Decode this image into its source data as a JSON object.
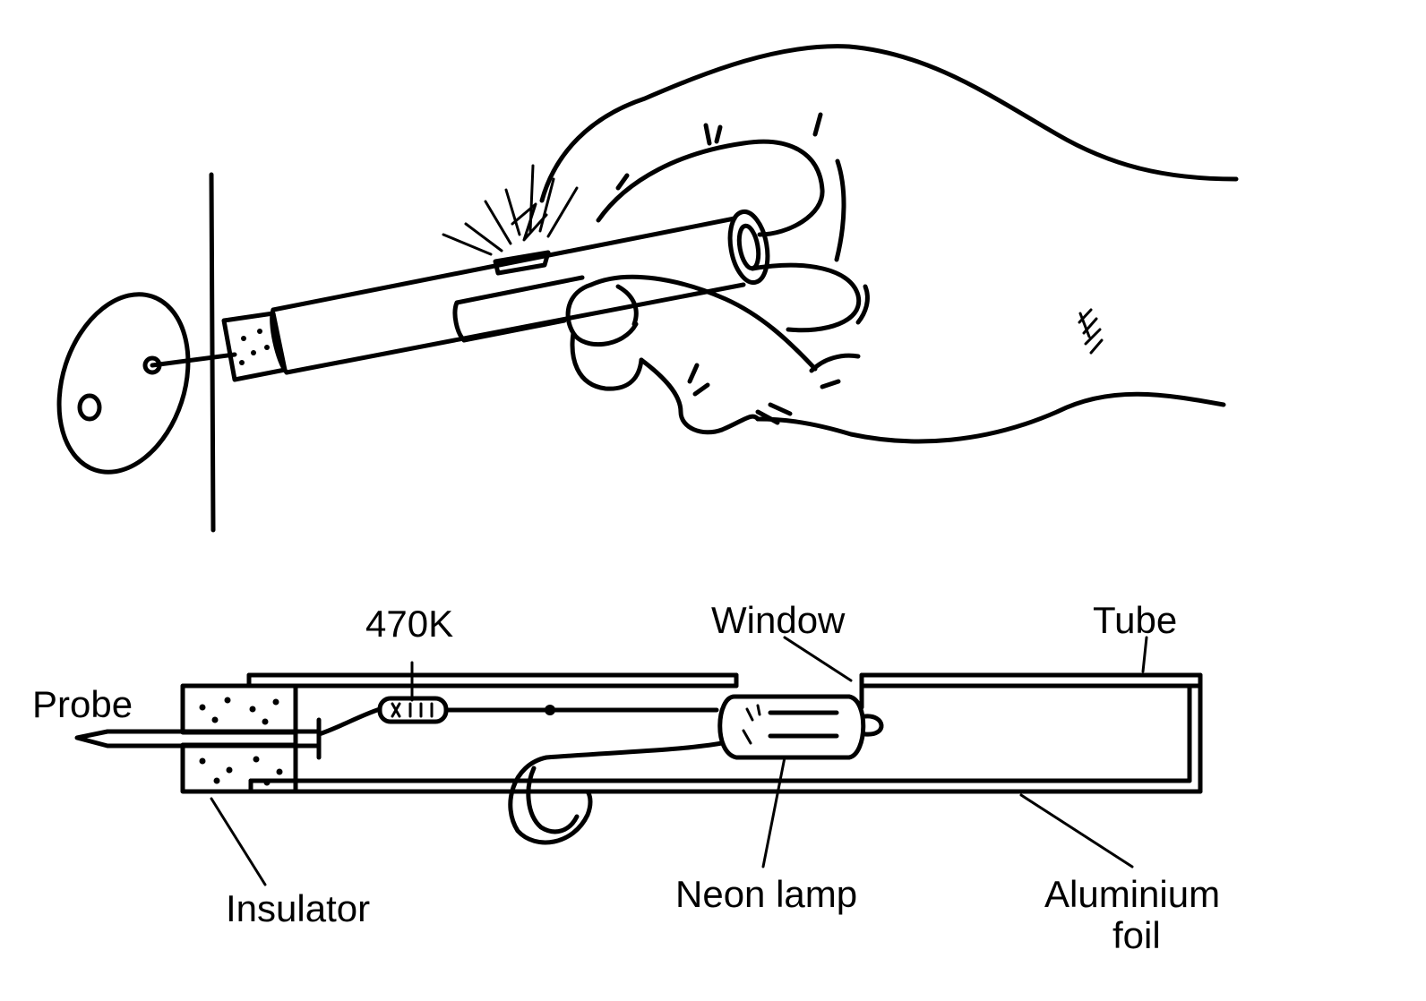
{
  "labels": {
    "resistor": "470K",
    "window": "Window",
    "tube": "Tube",
    "probe": "Probe",
    "insulator": "Insulator",
    "neon_lamp": "Neon lamp",
    "foil_line1": "Aluminium",
    "foil_line2": "foil"
  },
  "colors": {
    "ink": "#000000",
    "background": "#ffffff"
  }
}
